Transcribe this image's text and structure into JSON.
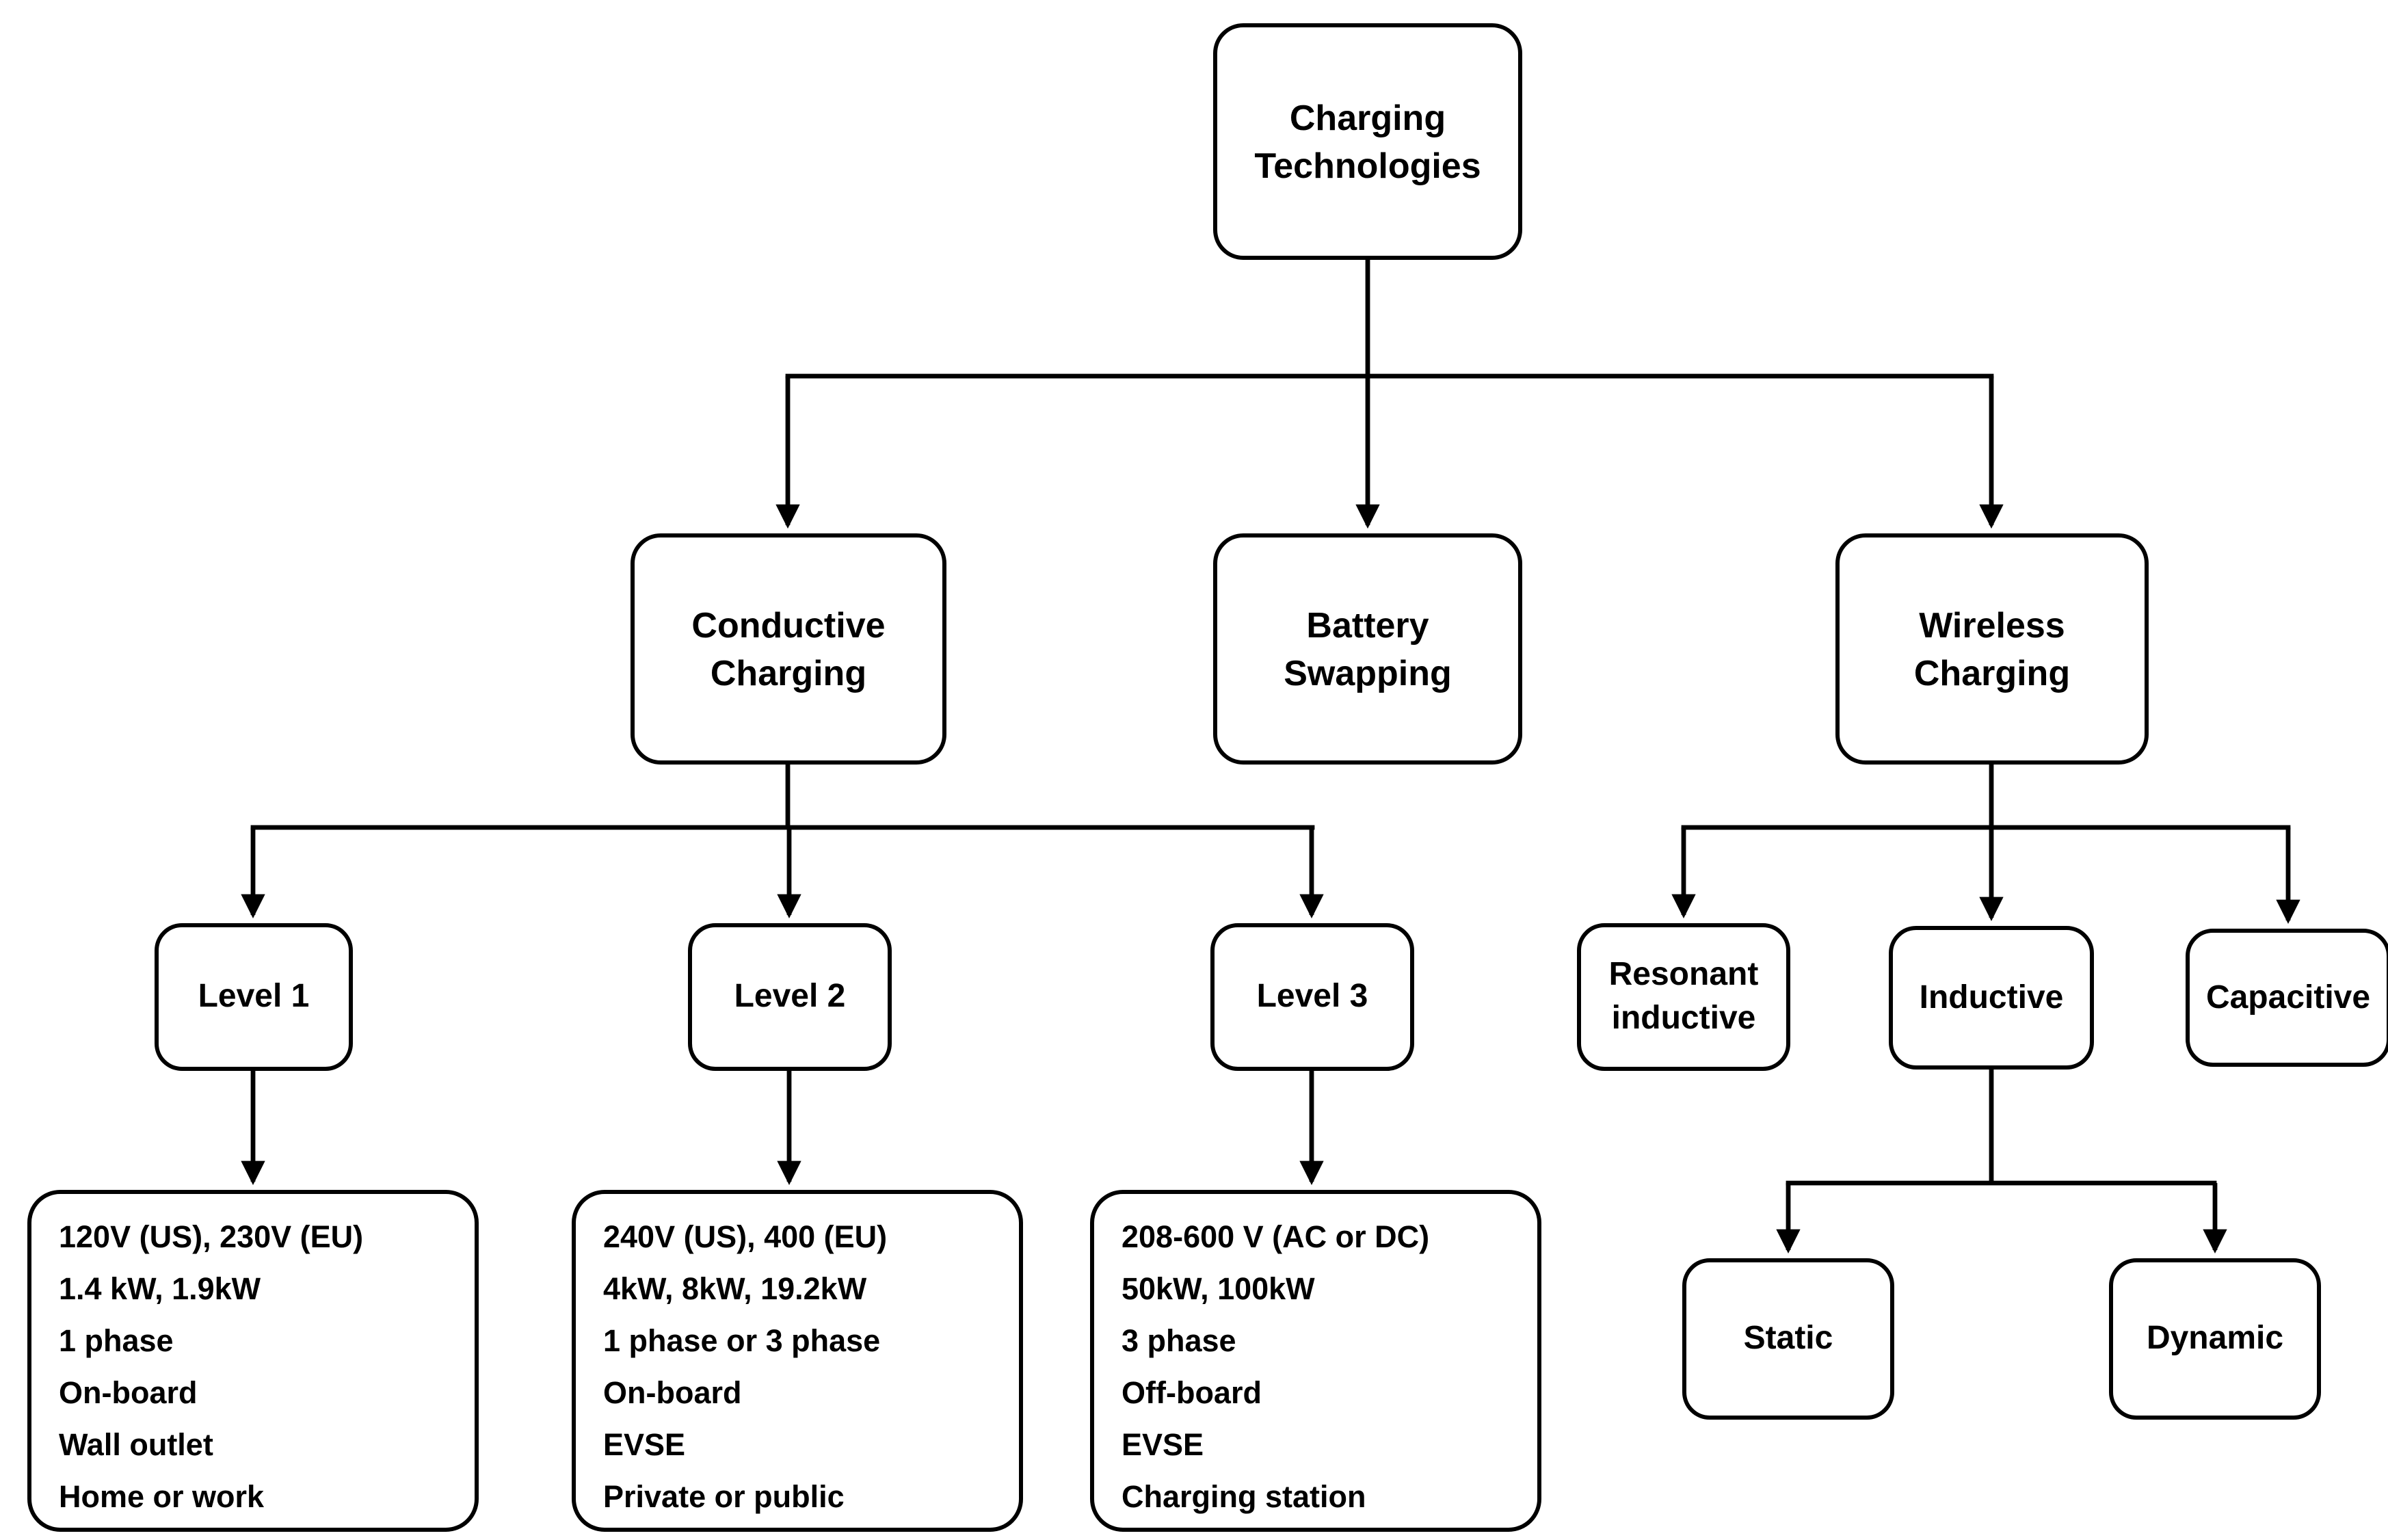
{
  "title": "Charging Technologies diagram",
  "colors": {
    "line": "#000000",
    "box_border": "#000000",
    "box_fill": "#ffffff",
    "text": "#000000",
    "page_bg": "#ffffff"
  },
  "nodes": {
    "root": {
      "label": "Charging Technologies"
    },
    "conductive": {
      "label": "Conductive Charging"
    },
    "battery": {
      "label": "Battery Swapping"
    },
    "wireless": {
      "label": "Wireless Charging"
    },
    "level1": {
      "label": "Level 1"
    },
    "level2": {
      "label": "Level 2"
    },
    "level3": {
      "label": "Level 3"
    },
    "resonant": {
      "label": "Resonant inductive"
    },
    "inductive": {
      "label": "Inductive"
    },
    "capacitive": {
      "label": "Capacitive"
    },
    "static": {
      "label": "Static"
    },
    "dynamic": {
      "label": "Dynamic"
    }
  },
  "details": {
    "level1": {
      "lines": [
        "120V (US), 230V (EU)",
        "1.4 kW, 1.9kW",
        "1 phase",
        "On-board",
        "Wall outlet",
        "Home or work"
      ]
    },
    "level2": {
      "lines": [
        "240V (US), 400 (EU)",
        "4kW, 8kW, 19.2kW",
        "1 phase or 3 phase",
        "On-board",
        "EVSE",
        "Private or public"
      ]
    },
    "level3": {
      "lines": [
        "208-600 V (AC or DC)",
        "50kW, 100kW",
        "3 phase",
        "Off-board",
        "EVSE",
        "Charging station"
      ]
    }
  },
  "edges": [
    "Charging Technologies -> Conductive Charging",
    "Charging Technologies -> Battery Swapping",
    "Charging Technologies -> Wireless Charging",
    "Conductive Charging -> Level 1",
    "Conductive Charging -> Level 2",
    "Conductive Charging -> Level 3",
    "Level 1 -> Level 1 details",
    "Level 2 -> Level 2 details",
    "Level 3 -> Level 3 details",
    "Wireless Charging -> Resonant inductive",
    "Wireless Charging -> Inductive",
    "Wireless Charging -> Capacitive",
    "Inductive -> Static",
    "Inductive -> Dynamic"
  ]
}
